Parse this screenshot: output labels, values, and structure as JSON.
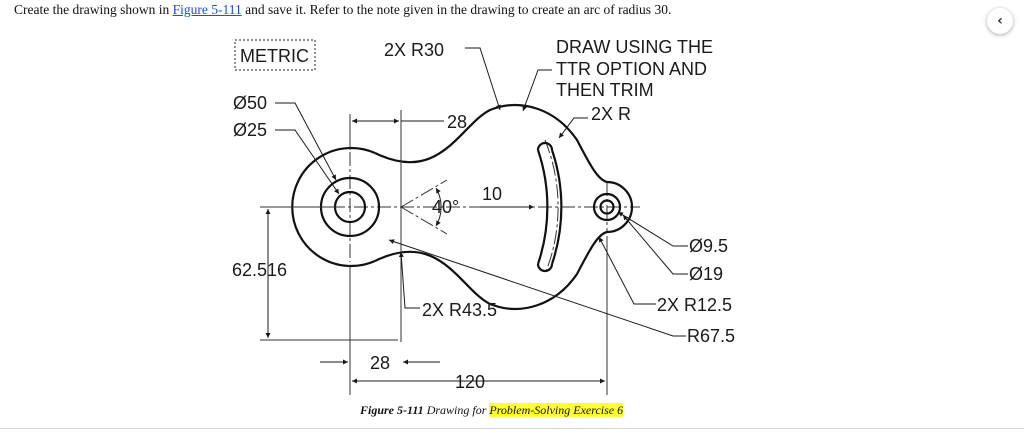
{
  "instruction": {
    "before": "Create the drawing shown in ",
    "link": "Figure 5-111",
    "after": " and save it. Refer to the note given in the drawing to create an arc of radius 30."
  },
  "back_icon": "chevron-left-icon",
  "drawing": {
    "metric_label": "METRIC",
    "r30_label": "2X R30",
    "note_lines": [
      "DRAW USING THE",
      "TTR OPTION AND",
      "THEN TRIM"
    ],
    "r_label": "2X R",
    "d50_label": "Ø50",
    "d25_label": "Ø25",
    "dim_28_top": "28",
    "angle_label": "40°",
    "dim_10": "10",
    "d9_5_label": "Ø9.5",
    "d19_label": "Ø19",
    "r12_5_label": "2X R12.5",
    "r67_5_label": "R67.5",
    "dim_62_516": "62.516",
    "r43_5_label": "2X R43.5",
    "dim_28_bottom": "28",
    "dim_120": "120"
  },
  "caption": {
    "figure_number": "Figure 5-111",
    "text": " Drawing for ",
    "highlight": "Problem-Solving Exercise 6"
  }
}
